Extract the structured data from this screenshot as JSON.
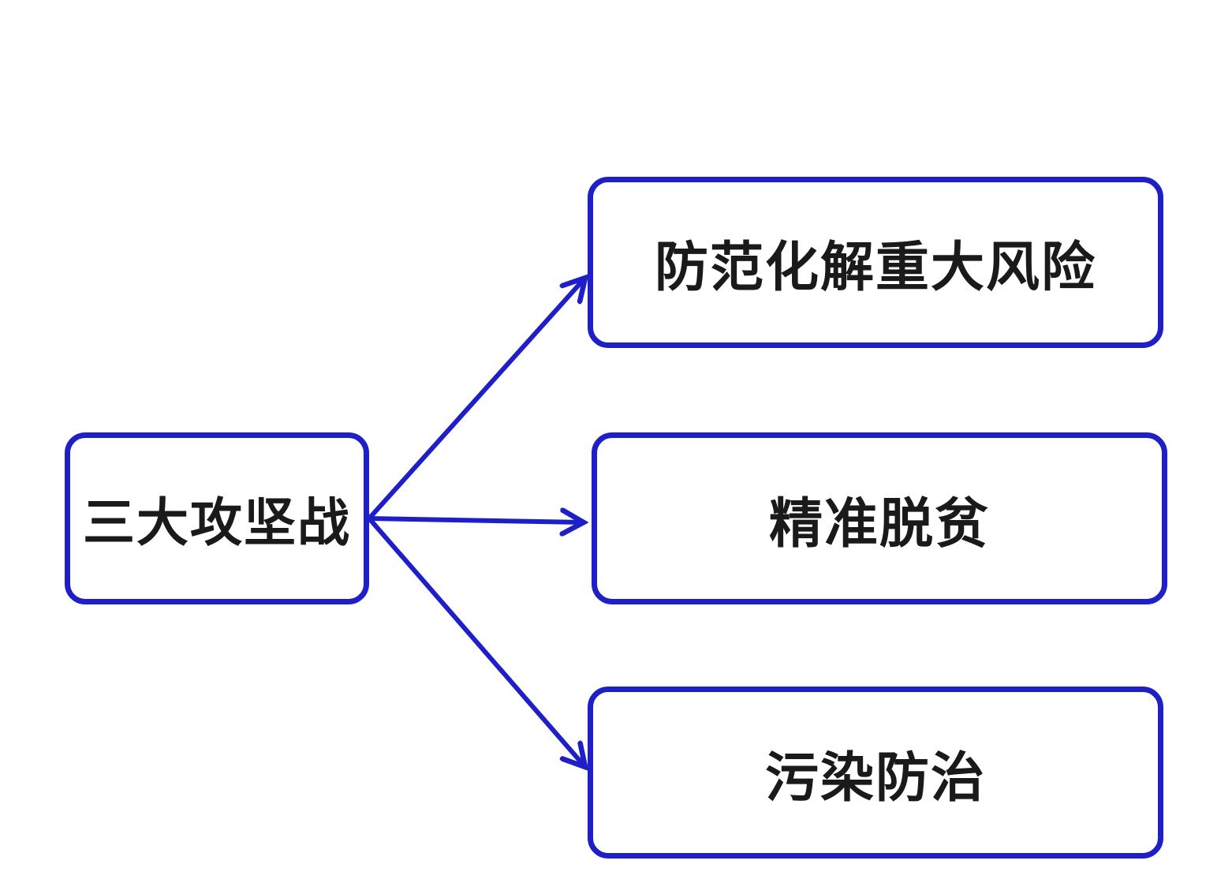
{
  "diagram": {
    "root": {
      "label": "三大攻坚战"
    },
    "children": [
      {
        "label": "防范化解重大风险"
      },
      {
        "label": "精准脱贫"
      },
      {
        "label": "污染防治"
      }
    ]
  },
  "colors": {
    "border": "#1f1fc8",
    "arrow": "#1f1fc8",
    "text": "#1a1a1a",
    "background": "#ffffff"
  }
}
